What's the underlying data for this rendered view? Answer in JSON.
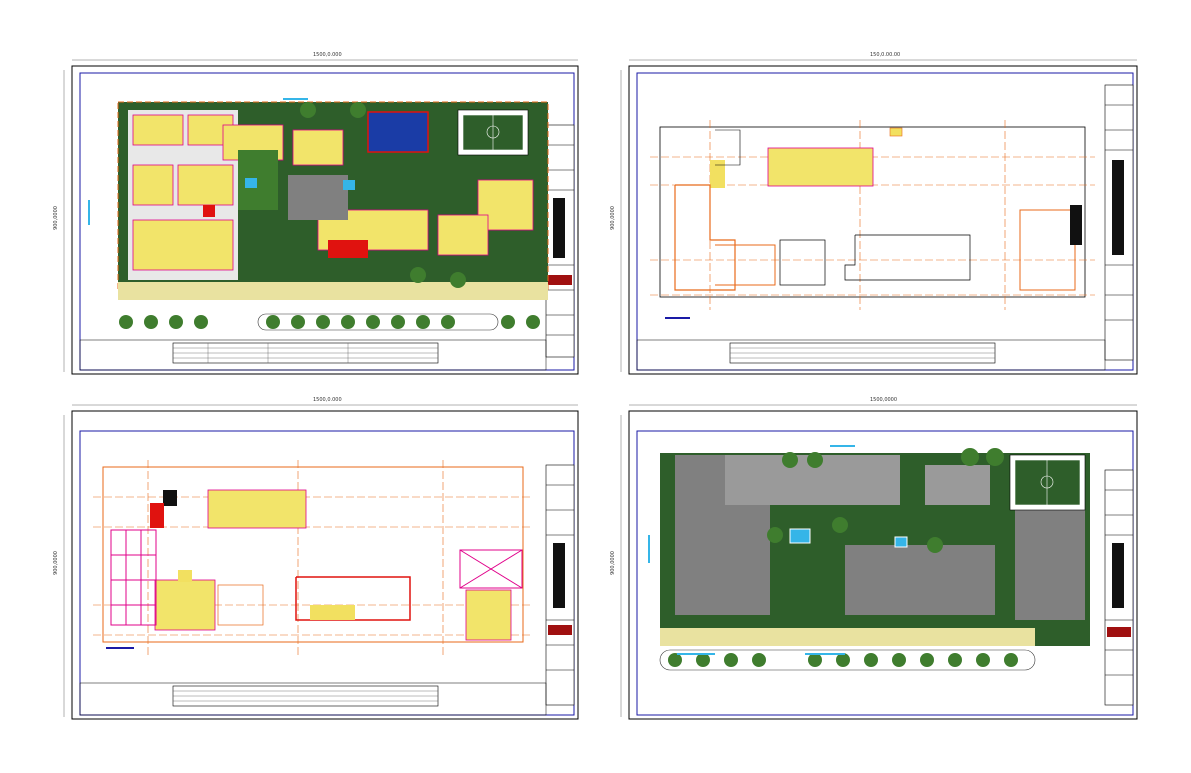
{
  "sheets": [
    {
      "id": "site-plan",
      "width_dim": "1500,0.000",
      "height_dim": "900,0000"
    },
    {
      "id": "upper-floor-plan",
      "width_dim": "150,0.00.00",
      "height_dim": "900,0000"
    },
    {
      "id": "ground-floor-plan",
      "width_dim": "1500,0.000",
      "height_dim": "900,0000"
    },
    {
      "id": "landscape-plan",
      "width_dim": "1500,0000",
      "height_dim": "900,0000"
    }
  ],
  "colors": {
    "frame": "#000000",
    "border": "#1a1aa6",
    "grass": "#2e5e2a",
    "tree": "#3f7d2e",
    "paving": "#808080",
    "room": "#f2e46a",
    "wall": "#e0008a",
    "axis": "#e86a1a",
    "red": "#e0120f",
    "pool": "#35b5e8",
    "court": "#b0243e"
  }
}
